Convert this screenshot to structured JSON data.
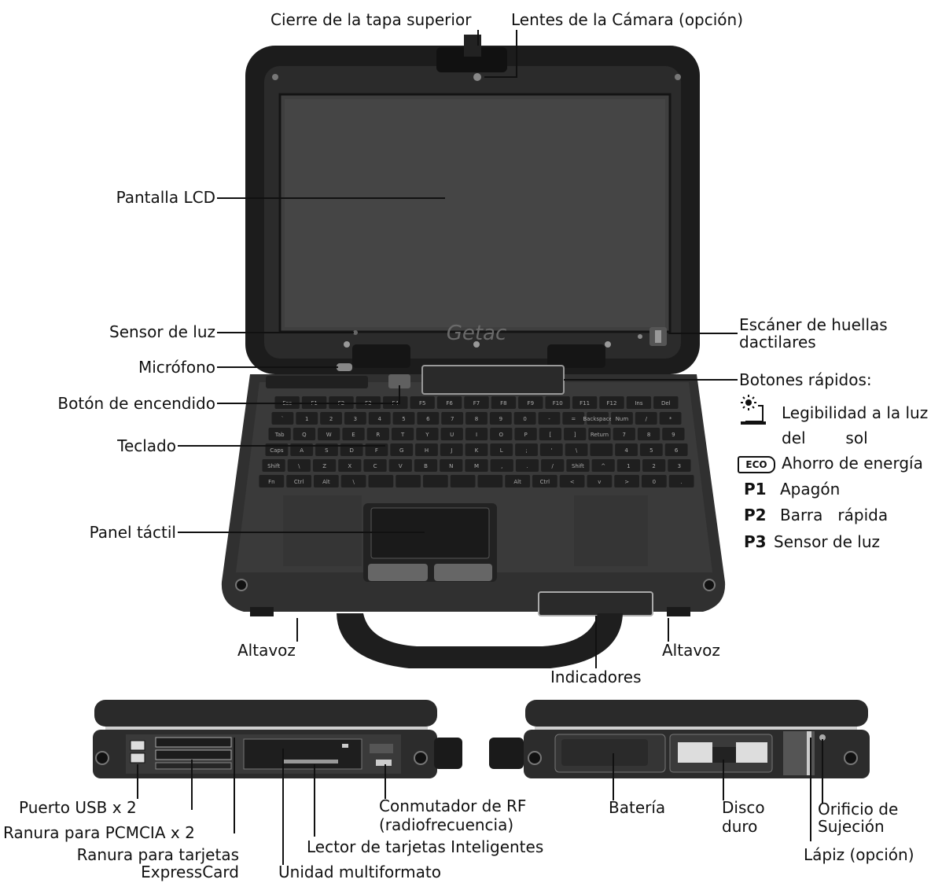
{
  "labels": {
    "top_cover_latch": "Cierre de la tapa superior",
    "camera_lens": "Lentes de la Cámara (opción)",
    "lcd_screen": "Pantalla LCD",
    "light_sensor": "Sensor de luz",
    "fingerprint_line1": "Escáner de huellas",
    "fingerprint_line2": "dactilares",
    "microphone": "Micrófono",
    "power_button": "Botón de encendido",
    "quick_buttons": "Botones rápidos:",
    "keyboard": "Teclado",
    "touchpad": "Panel táctil",
    "speaker_left": "Altavoz",
    "speaker_right": "Altavoz",
    "indicators": "Indicadores",
    "usb_port": "Puerto USB x 2",
    "pcmcia_slot": "Ranura para PCMCIA x 2",
    "expresscard_line1": "Ranura para tarjetas",
    "expresscard_line2": "ExpressCard",
    "multiformat_drive": "Unidad multiformato",
    "smartcard_reader": "Lector de tarjetas Inteligentes",
    "rf_switch_line1": "Conmutador de RF",
    "rf_switch_line2": "(radiofrecuencia)",
    "battery": "Batería",
    "hdd_line1": "Disco",
    "hdd_line2": "duro",
    "lock_line1": "Orificio de",
    "lock_line2": "Sujeción",
    "stylus": "Lápiz (opción)"
  },
  "quick_button_legend": {
    "sunlight_line1": "Legibilidad a la luz",
    "sunlight_line2": "del        sol",
    "eco_icon_text": "ECO",
    "eco": "Ahorro de energía",
    "p1_key": "P1",
    "p1": "Apagón",
    "p2_key": "P2",
    "p2": "Barra   rápida",
    "p3_key": "P3",
    "p3": "Sensor de luz"
  },
  "brand": "Getac",
  "keyboard_rows": [
    [
      "Esc",
      "F1",
      "F2",
      "F3",
      "F4",
      "F5",
      "F6",
      "F7",
      "F8",
      "F9",
      "F10",
      "F11",
      "F12",
      "Ins",
      "Del"
    ],
    [
      "`",
      "1",
      "2",
      "3",
      "4",
      "5",
      "6",
      "7",
      "8",
      "9",
      "0",
      "-",
      "=",
      "Backspace",
      "Num",
      "/",
      "*"
    ],
    [
      "Tab",
      "Q",
      "W",
      "E",
      "R",
      "T",
      "Y",
      "U",
      "I",
      "O",
      "P",
      "[",
      "]",
      "Return",
      "7",
      "8",
      "9"
    ],
    [
      "Caps",
      "A",
      "S",
      "D",
      "F",
      "G",
      "H",
      "J",
      "K",
      "L",
      ";",
      "'",
      "\\",
      "",
      "4",
      "5",
      "6"
    ],
    [
      "Shift",
      "\\",
      "Z",
      "X",
      "C",
      "V",
      "B",
      "N",
      "M",
      ",",
      ".",
      "/",
      "Shift",
      "^",
      "1",
      "2",
      "3"
    ],
    [
      "Fn",
      "Ctrl",
      "Alt",
      "\\",
      "",
      "",
      "",
      "",
      "",
      "Alt",
      "Ctrl",
      "<",
      "v",
      ">",
      "0",
      "."
    ]
  ]
}
